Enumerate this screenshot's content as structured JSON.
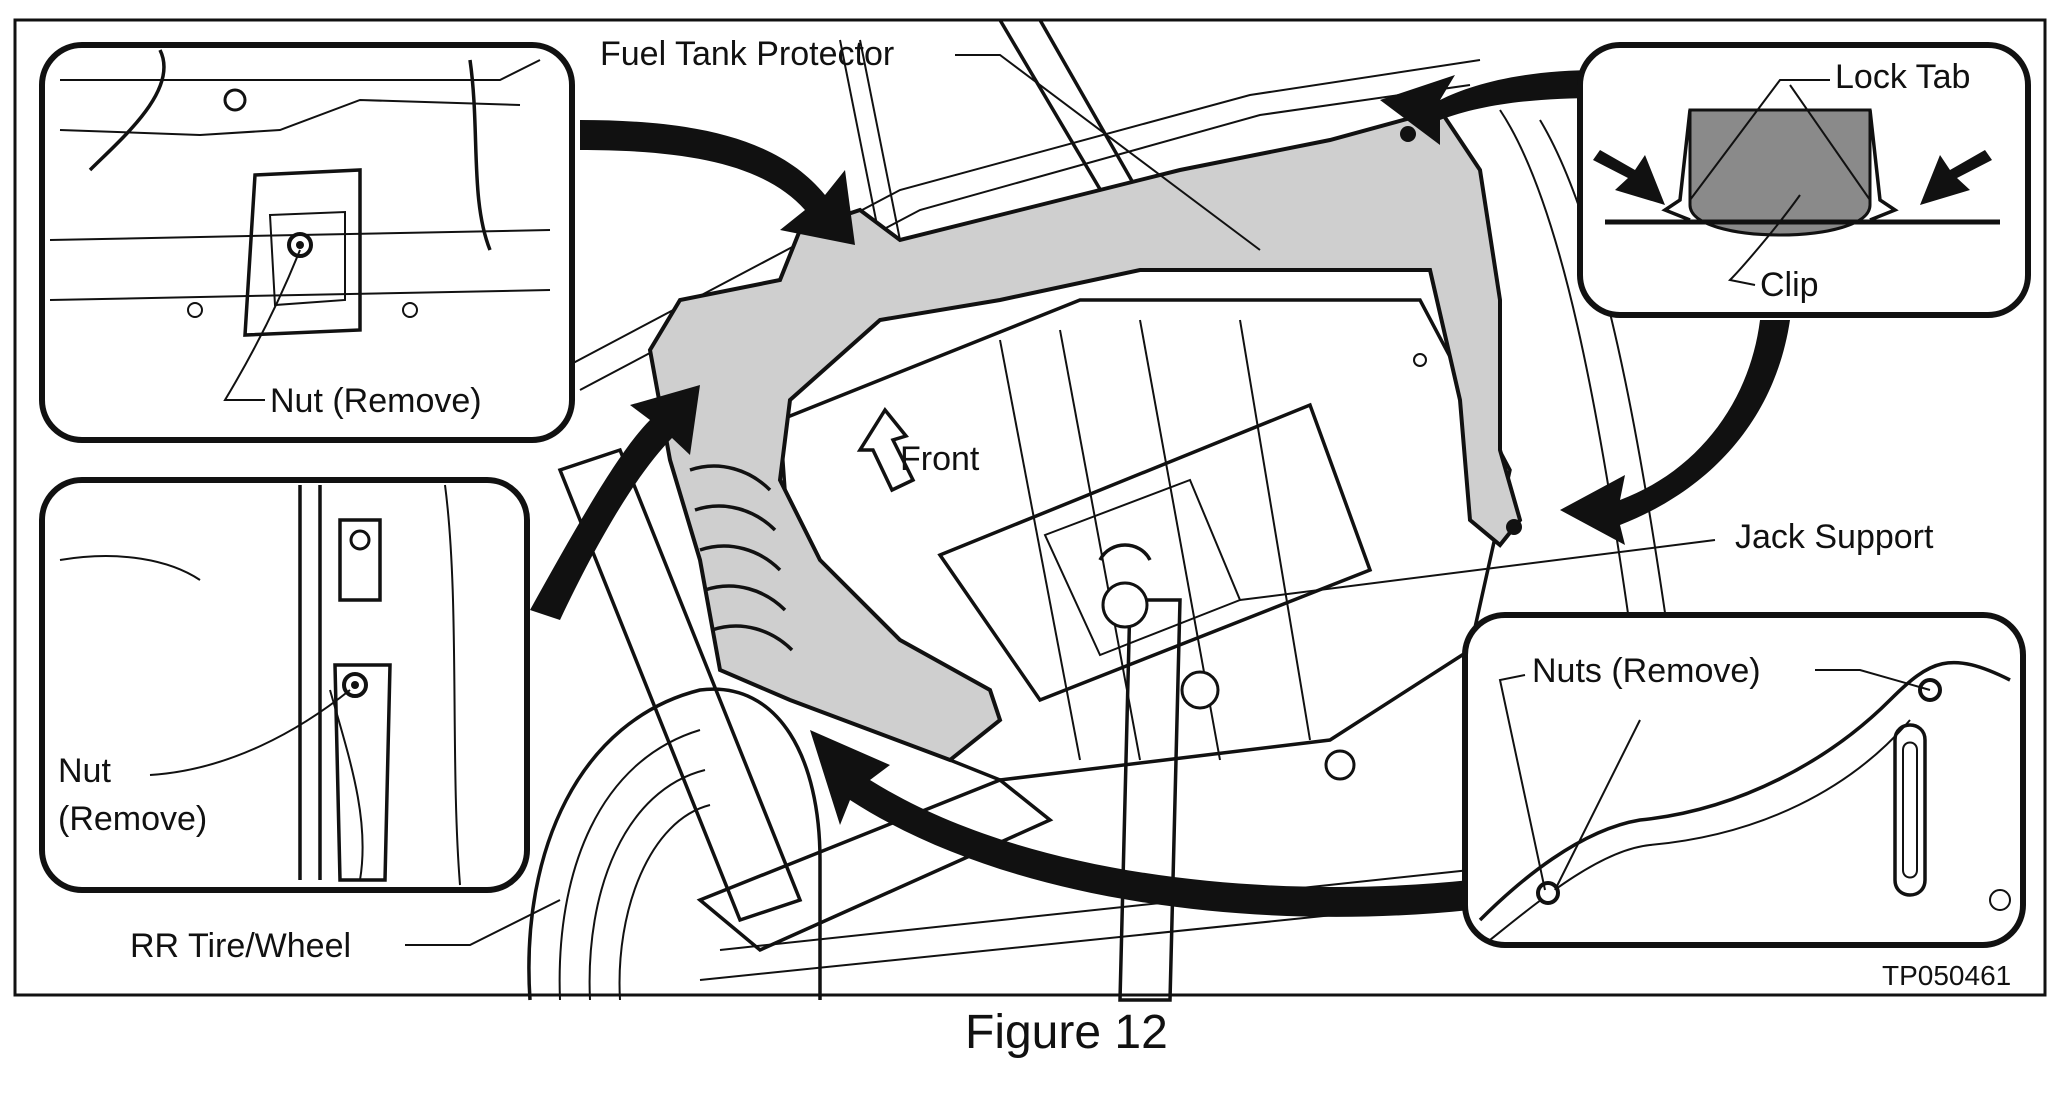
{
  "labels": {
    "fuel_tank_protector": "Fuel Tank Protector",
    "lock_tab": "Lock Tab",
    "clip": "Clip",
    "front": "Front",
    "jack_support": "Jack Support",
    "nut_remove_top": "Nut (Remove)",
    "nut_left_line1": "Nut",
    "nut_left_line2": "(Remove)",
    "nuts_remove": "Nuts (Remove)",
    "rr_tire_wheel": "RR Tire/Wheel",
    "figure_code": "TP050461",
    "caption": "Figure 12"
  },
  "colors": {
    "line": "#111111",
    "protector_fill": "#cfcfcf",
    "clip_fill": "#8a8a8a",
    "background": "#ffffff"
  }
}
